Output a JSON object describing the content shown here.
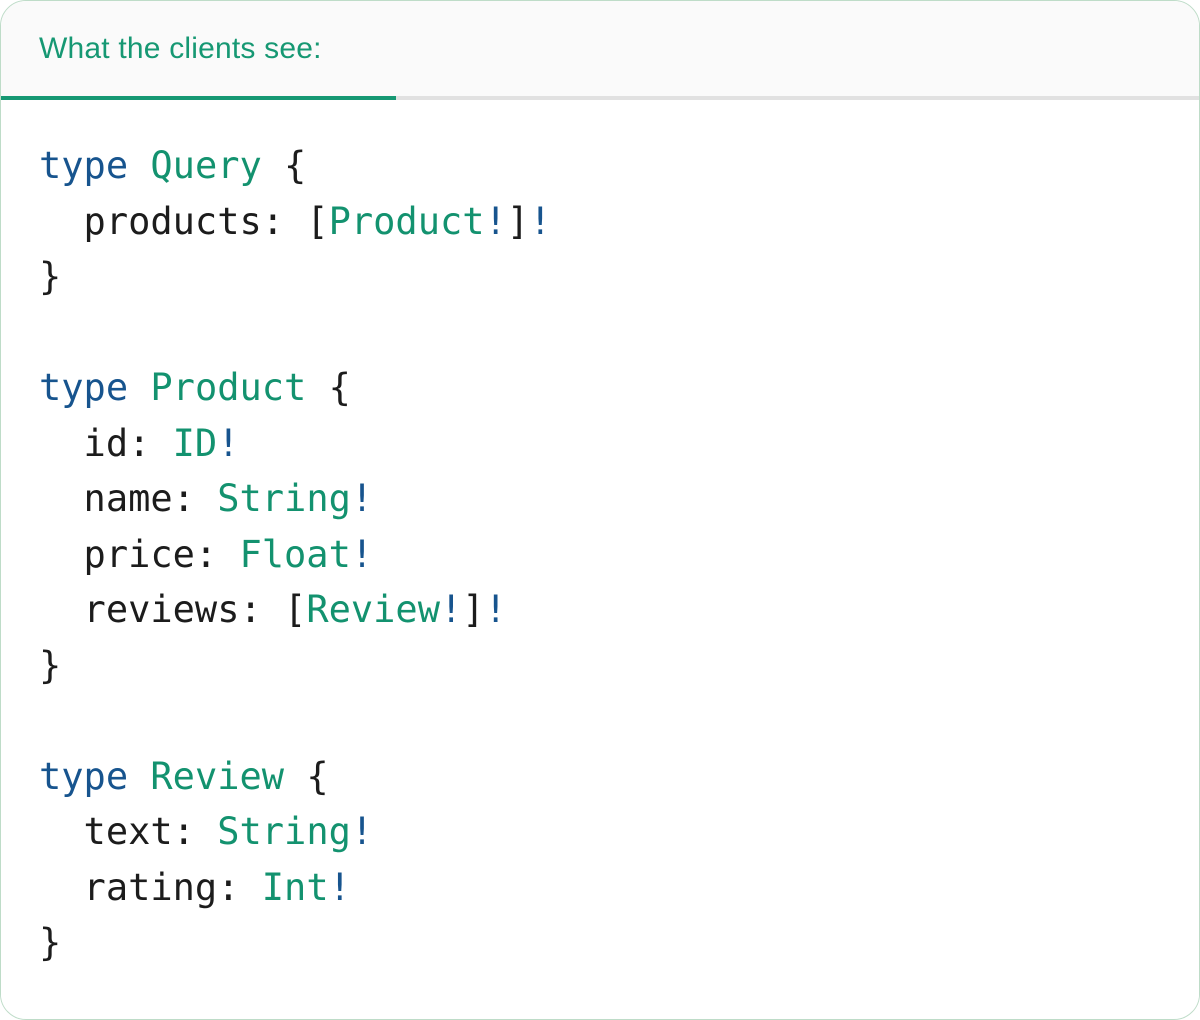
{
  "tab": {
    "label": "What the clients see:"
  },
  "colors": {
    "accent_teal": "#169873",
    "keyword_blue": "#17548e",
    "type_green": "#13926f",
    "bang_blue": "#17548e",
    "code_text": "#1c1c1c",
    "inactive_line": "#e1e1e1",
    "header_bg": "#fafafa",
    "card_border": "#bedcc8",
    "card_bg": "#ffffff"
  },
  "code": {
    "lines": [
      [
        {
          "t": "type",
          "c": "keyword"
        },
        {
          "t": " ",
          "c": "plain"
        },
        {
          "t": "Query",
          "c": "typename"
        },
        {
          "t": " {",
          "c": "plain"
        }
      ],
      [
        {
          "t": "  products: [",
          "c": "plain"
        },
        {
          "t": "Product",
          "c": "typename"
        },
        {
          "t": "!",
          "c": "bang"
        },
        {
          "t": "]",
          "c": "plain"
        },
        {
          "t": "!",
          "c": "bang"
        }
      ],
      [
        {
          "t": "}",
          "c": "plain"
        }
      ],
      [],
      [
        {
          "t": "type",
          "c": "keyword"
        },
        {
          "t": " ",
          "c": "plain"
        },
        {
          "t": "Product",
          "c": "typename"
        },
        {
          "t": " {",
          "c": "plain"
        }
      ],
      [
        {
          "t": "  id: ",
          "c": "plain"
        },
        {
          "t": "ID",
          "c": "typename"
        },
        {
          "t": "!",
          "c": "bang"
        }
      ],
      [
        {
          "t": "  name: ",
          "c": "plain"
        },
        {
          "t": "String",
          "c": "typename"
        },
        {
          "t": "!",
          "c": "bang"
        }
      ],
      [
        {
          "t": "  price: ",
          "c": "plain"
        },
        {
          "t": "Float",
          "c": "typename"
        },
        {
          "t": "!",
          "c": "bang"
        }
      ],
      [
        {
          "t": "  reviews: [",
          "c": "plain"
        },
        {
          "t": "Review",
          "c": "typename"
        },
        {
          "t": "!",
          "c": "bang"
        },
        {
          "t": "]",
          "c": "plain"
        },
        {
          "t": "!",
          "c": "bang"
        }
      ],
      [
        {
          "t": "}",
          "c": "plain"
        }
      ],
      [],
      [
        {
          "t": "type",
          "c": "keyword"
        },
        {
          "t": " ",
          "c": "plain"
        },
        {
          "t": "Review",
          "c": "typename"
        },
        {
          "t": " {",
          "c": "plain"
        }
      ],
      [
        {
          "t": "  text: ",
          "c": "plain"
        },
        {
          "t": "String",
          "c": "typename"
        },
        {
          "t": "!",
          "c": "bang"
        }
      ],
      [
        {
          "t": "  rating: ",
          "c": "plain"
        },
        {
          "t": "Int",
          "c": "typename"
        },
        {
          "t": "!",
          "c": "bang"
        }
      ],
      [
        {
          "t": "}",
          "c": "plain"
        }
      ]
    ]
  }
}
